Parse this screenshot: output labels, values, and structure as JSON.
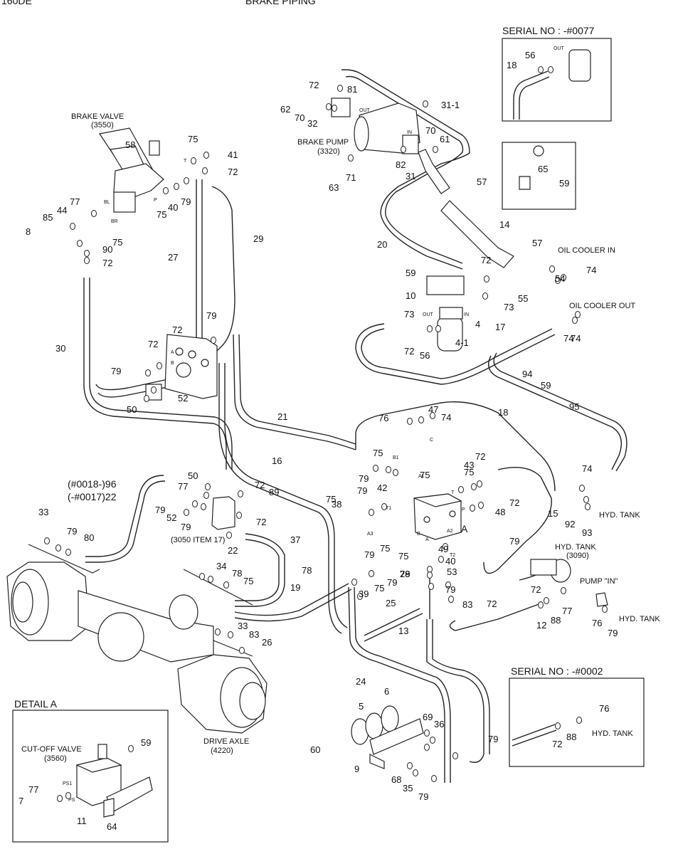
{
  "header": {
    "model": "160DE",
    "title": "BRAKE PIPING"
  },
  "labels": {
    "brake_valve": "BRAKE VALVE",
    "brake_valve_no": "(3550)",
    "brake_pump": "BRAKE PUMP",
    "brake_pump_no": "(3320)",
    "out1": "OUT",
    "in1": "IN",
    "out2": "OUT",
    "in2": "IN",
    "out_serial": "OUT",
    "oil_cooler_in": "OIL COOLER IN",
    "oil_cooler_out": "OIL COOLER OUT",
    "serial1": "SERIAL NO : -#0077",
    "serial2": "SERIAL NO : -#0002",
    "hyd_tank1": "HYD. TANK",
    "hyd_tank2": "HYD. TANK",
    "hyd_tank3": "HYD. TANK",
    "hyd_tank4": "HYD. TANK",
    "hyd_tank_no": "(3090)",
    "pump_in": "PUMP \"IN\"",
    "item_3050": "(3050 ITEM 17)",
    "serial_range1": "(#0018-)96",
    "serial_range2": "(-#0017)22",
    "drive_axle": "DRIVE AXLE",
    "drive_axle_no": "(4220)",
    "detail_a": "DETAIL A",
    "detail_a_ref": "A",
    "cutoff_valve": "CUT-OFF VALVE",
    "cutoff_valve_no": "(3560)",
    "port_bl": "BL",
    "port_br": "BR",
    "port_t": "T",
    "port_p": "P",
    "port_a": "A",
    "port_b": "B",
    "port_c": "C",
    "port_b1": "B1",
    "port_a1": "A1",
    "port_a2": "A2",
    "port_a3": "A3",
    "port_t1": "T1",
    "port_t2": "T2",
    "port_ps": "PS",
    "port_ps1": "PS1"
  },
  "callouts": [
    {
      "n": "72"
    },
    {
      "n": "81"
    },
    {
      "n": "62"
    },
    {
      "n": "70"
    },
    {
      "n": "32"
    },
    {
      "n": "31-1"
    },
    {
      "n": "70"
    },
    {
      "n": "61"
    },
    {
      "n": "82"
    },
    {
      "n": "63"
    },
    {
      "n": "71"
    },
    {
      "n": "31"
    },
    {
      "n": "57"
    },
    {
      "n": "14"
    },
    {
      "n": "57"
    },
    {
      "n": "20"
    },
    {
      "n": "58"
    },
    {
      "n": "75"
    },
    {
      "n": "41"
    },
    {
      "n": "72"
    },
    {
      "n": "77"
    },
    {
      "n": "44"
    },
    {
      "n": "85"
    },
    {
      "n": "8"
    },
    {
      "n": "90"
    },
    {
      "n": "72"
    },
    {
      "n": "75"
    },
    {
      "n": "40"
    },
    {
      "n": "79"
    },
    {
      "n": "75"
    },
    {
      "n": "27"
    },
    {
      "n": "29"
    },
    {
      "n": "30"
    },
    {
      "n": "72"
    },
    {
      "n": "59"
    },
    {
      "n": "10"
    },
    {
      "n": "73"
    },
    {
      "n": "55"
    },
    {
      "n": "73"
    },
    {
      "n": "4"
    },
    {
      "n": "4-1"
    },
    {
      "n": "72"
    },
    {
      "n": "56"
    },
    {
      "n": "74"
    },
    {
      "n": "54"
    },
    {
      "n": "74"
    },
    {
      "n": "17"
    },
    {
      "n": "74"
    },
    {
      "n": "94"
    },
    {
      "n": "59"
    },
    {
      "n": "79"
    },
    {
      "n": "72"
    },
    {
      "n": "72"
    },
    {
      "n": "79"
    },
    {
      "n": "52"
    },
    {
      "n": "50"
    },
    {
      "n": "21"
    },
    {
      "n": "16"
    },
    {
      "n": "18"
    },
    {
      "n": "95"
    },
    {
      "n": "76"
    },
    {
      "n": "47"
    },
    {
      "n": "74"
    },
    {
      "n": "75"
    },
    {
      "n": "79"
    },
    {
      "n": "42"
    },
    {
      "n": "75"
    },
    {
      "n": "43"
    },
    {
      "n": "72"
    },
    {
      "n": "75"
    },
    {
      "n": "48"
    },
    {
      "n": "72"
    },
    {
      "n": "15"
    },
    {
      "n": "74"
    },
    {
      "n": "92"
    },
    {
      "n": "93"
    },
    {
      "n": "50"
    },
    {
      "n": "77"
    },
    {
      "n": "89"
    },
    {
      "n": "72"
    },
    {
      "n": "72"
    },
    {
      "n": "79"
    },
    {
      "n": "52"
    },
    {
      "n": "79"
    },
    {
      "n": "22"
    },
    {
      "n": "37"
    },
    {
      "n": "75"
    },
    {
      "n": "79"
    },
    {
      "n": "38"
    },
    {
      "n": "79"
    },
    {
      "n": "75"
    },
    {
      "n": "49"
    },
    {
      "n": "75"
    },
    {
      "n": "40"
    },
    {
      "n": "79"
    },
    {
      "n": "53"
    },
    {
      "n": "79"
    },
    {
      "n": "83"
    },
    {
      "n": "33"
    },
    {
      "n": "79"
    },
    {
      "n": "80"
    },
    {
      "n": "34"
    },
    {
      "n": "78"
    },
    {
      "n": "75"
    },
    {
      "n": "78"
    },
    {
      "n": "39"
    },
    {
      "n": "75"
    },
    {
      "n": "79"
    },
    {
      "n": "28"
    },
    {
      "n": "19"
    },
    {
      "n": "25"
    },
    {
      "n": "13"
    },
    {
      "n": "72"
    },
    {
      "n": "79"
    },
    {
      "n": "72"
    },
    {
      "n": "77"
    },
    {
      "n": "12"
    },
    {
      "n": "88"
    },
    {
      "n": "76"
    },
    {
      "n": "79"
    },
    {
      "n": "33"
    },
    {
      "n": "83"
    },
    {
      "n": "26"
    },
    {
      "n": "24"
    },
    {
      "n": "6"
    },
    {
      "n": "5"
    },
    {
      "n": "69"
    },
    {
      "n": "36"
    },
    {
      "n": "79"
    },
    {
      "n": "60"
    },
    {
      "n": "9"
    },
    {
      "n": "68"
    },
    {
      "n": "35"
    },
    {
      "n": "79"
    },
    {
      "n": "56"
    },
    {
      "n": "18"
    },
    {
      "n": "65"
    },
    {
      "n": "59"
    },
    {
      "n": "76"
    },
    {
      "n": "72"
    },
    {
      "n": "88"
    },
    {
      "n": "59"
    },
    {
      "n": "77"
    },
    {
      "n": "7"
    },
    {
      "n": "11"
    },
    {
      "n": "64"
    }
  ]
}
